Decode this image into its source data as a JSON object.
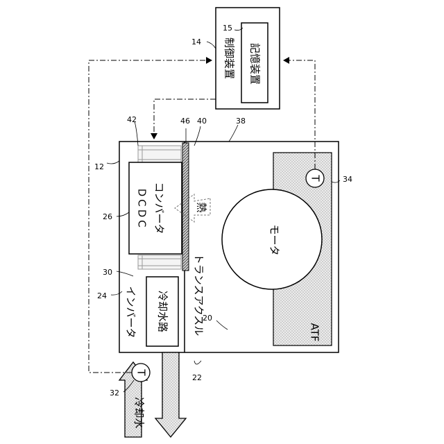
{
  "labels": {
    "control_device": "制御装置",
    "storage_device": "記憶装置",
    "dcdc_line1": "ＤＣＤＣ",
    "dcdc_line2": "コンバータ",
    "inverter": "インバータ",
    "cooling_channel": "冷却水路",
    "transaxle": "トランスアクスル",
    "motor": "モータ",
    "atf": "ATF",
    "heat": "熱",
    "coolant": "冷却水",
    "temp_sensor": "T"
  },
  "refs": {
    "r12": "12",
    "r14": "14",
    "r15": "15",
    "r20": "20",
    "r22": "22",
    "r24": "24",
    "r26": "26",
    "r30": "30",
    "r32": "32",
    "r34": "34",
    "r38": "38",
    "r40": "40",
    "r42": "42",
    "r46": "46"
  }
}
